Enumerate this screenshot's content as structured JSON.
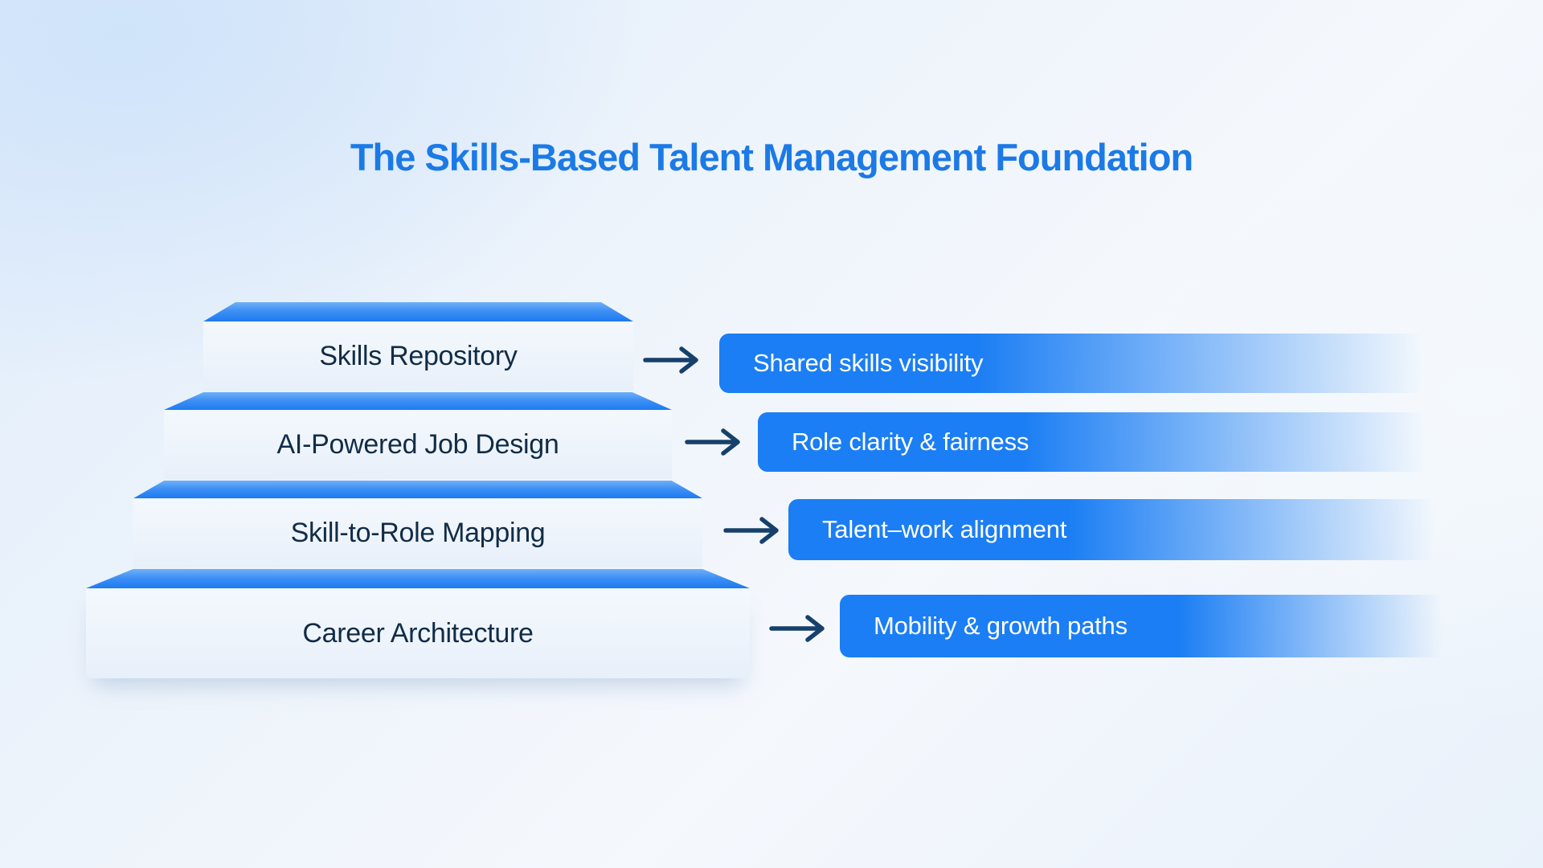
{
  "title": "The Skills-Based Talent Management Foundation",
  "rows": [
    {
      "tier_label": "Skills Repository",
      "outcome_label": "Shared skills visibility"
    },
    {
      "tier_label": "AI-Powered Job Design",
      "outcome_label": "Role clarity & fairness"
    },
    {
      "tier_label": "Skill-to-Role Mapping",
      "outcome_label": "Talent–work alignment"
    },
    {
      "tier_label": "Career Architecture",
      "outcome_label": "Mobility & growth paths"
    }
  ],
  "colors": {
    "title_blue": "#1b7ae6",
    "bar_blue": "#1b7ef4",
    "top_face_light": "#6fb0f8",
    "top_face_dark": "#1d7bf0",
    "front_face": "#eef4fb",
    "tier_text": "#122c46",
    "arrow_navy": "#17406b"
  }
}
